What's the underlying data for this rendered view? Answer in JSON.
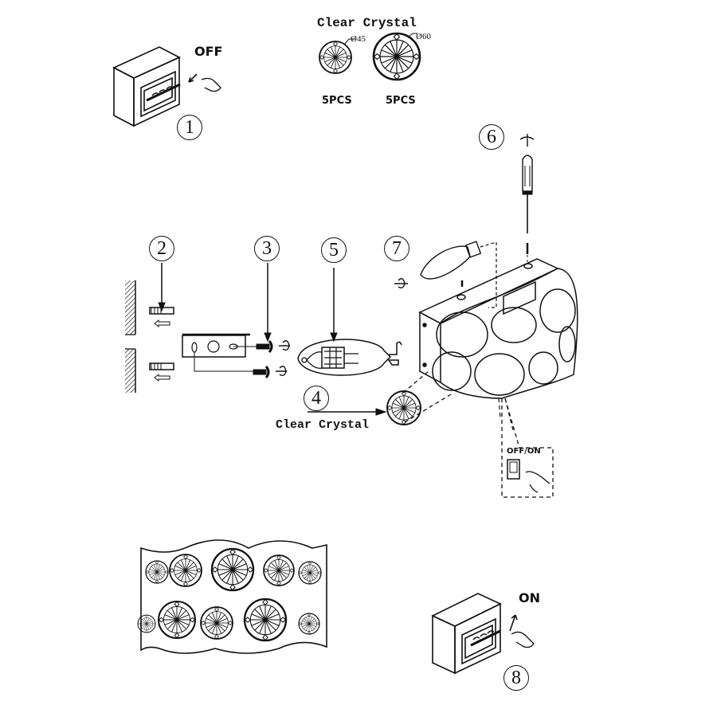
{
  "crystal_header": {
    "title": "Clear Crystal",
    "small": {
      "diameter": "Ø45",
      "qty": "5PCS"
    },
    "large": {
      "diameter": "Ø60",
      "qty": "5PCS"
    }
  },
  "steps": {
    "s1": "1",
    "s2": "2",
    "s3": "3",
    "s4": "4",
    "s5": "5",
    "s6": "6",
    "s7": "7",
    "s8": "8"
  },
  "labels": {
    "off": "OFF",
    "on": "ON",
    "off_on": "OFF/ON",
    "step4_crystal": "Clear Crystal"
  },
  "colors": {
    "ink": "#111111",
    "paper": "#ffffff"
  }
}
